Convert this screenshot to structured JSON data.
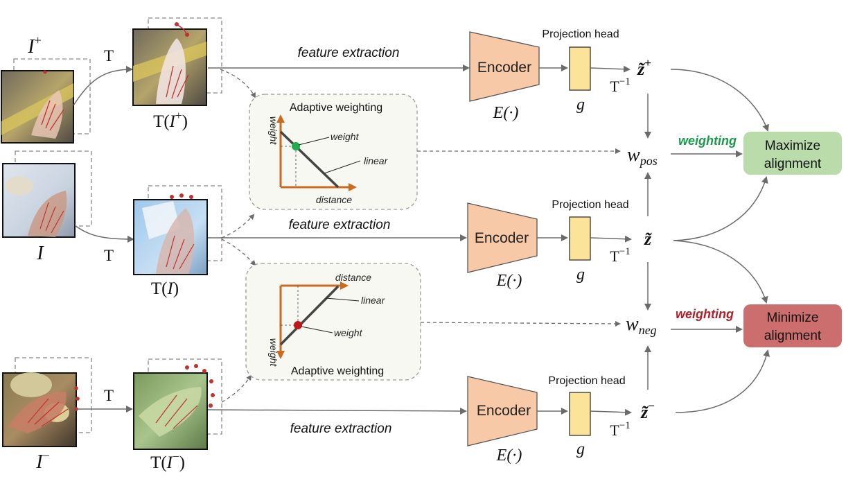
{
  "colors": {
    "encoder_fill": "#f8c9a6",
    "encoder_stroke": "#555555",
    "head_fill": "#fbe49a",
    "head_stroke": "#333333",
    "maximize_fill": "#b9dcaa",
    "minimize_fill": "#cd6e6e",
    "weight_panel_fill": "#f6f8f1",
    "axis_color": "#cc6a21",
    "positive_weighting_text": "#1a9b4a",
    "negative_weighting_text": "#b0202a",
    "arrow_color": "#6b6b6b"
  },
  "images": {
    "positive": {
      "label_base": "I",
      "label_sup": "+",
      "transform_label_pre": "T(",
      "transform_label_base": "I",
      "transform_label_sup": "+",
      "transform_label_post": ")",
      "transform_op": "T"
    },
    "anchor": {
      "label_base": "I",
      "transform_label_pre": "T(",
      "transform_label_base": "I",
      "transform_label_post": ")",
      "transform_op": "T"
    },
    "negative": {
      "label_base": "I",
      "label_sup": "−",
      "transform_label_pre": "T(",
      "transform_label_base": "I",
      "transform_label_sup": "−",
      "transform_label_post": ")",
      "transform_op": "T"
    }
  },
  "branches": {
    "positive": {
      "feature_label": "feature extraction",
      "encoder_label": "Encoder",
      "encoder_func": "E(·)",
      "head_title": "Projection head",
      "head_symbol": "g",
      "inverse_label": "T",
      "inverse_sup": "−1",
      "z_label": "z̃",
      "z_sup": "+"
    },
    "anchor": {
      "feature_label": "feature extraction",
      "encoder_label": "Encoder",
      "encoder_func": "E(·)",
      "head_title": "Projection head",
      "head_symbol": "g",
      "inverse_label": "T",
      "inverse_sup": "−1",
      "z_label": "z̃",
      "z_sup": ""
    },
    "negative": {
      "feature_label": "feature extraction",
      "encoder_label": "Encoder",
      "encoder_func": "E(·)",
      "head_title": "Projection head",
      "head_symbol": "g",
      "inverse_label": "T",
      "inverse_sup": "−1",
      "z_label": "z̃",
      "z_sup": "−"
    }
  },
  "weighting_panels": {
    "positive": {
      "title": "Adaptive weighting",
      "axis_y_label": "weight",
      "axis_x_label": "distance",
      "point_label": "weight",
      "line_label": "linear",
      "point_color": "#1fae4b"
    },
    "negative": {
      "title": "Adaptive weighting",
      "axis_y_label": "weight",
      "axis_x_label": "distance",
      "point_label": "weight",
      "line_label": "linear",
      "point_color": "#c01818"
    }
  },
  "weights": {
    "pos": {
      "base": "w",
      "sub": "pos",
      "weighting_label": "weighting"
    },
    "neg": {
      "base": "w",
      "sub": "neg",
      "weighting_label": "weighting"
    }
  },
  "outputs": {
    "maximize_line1": "Maximize",
    "maximize_line2": "alignment",
    "minimize_line1": "Minimize",
    "minimize_line2": "alignment"
  }
}
